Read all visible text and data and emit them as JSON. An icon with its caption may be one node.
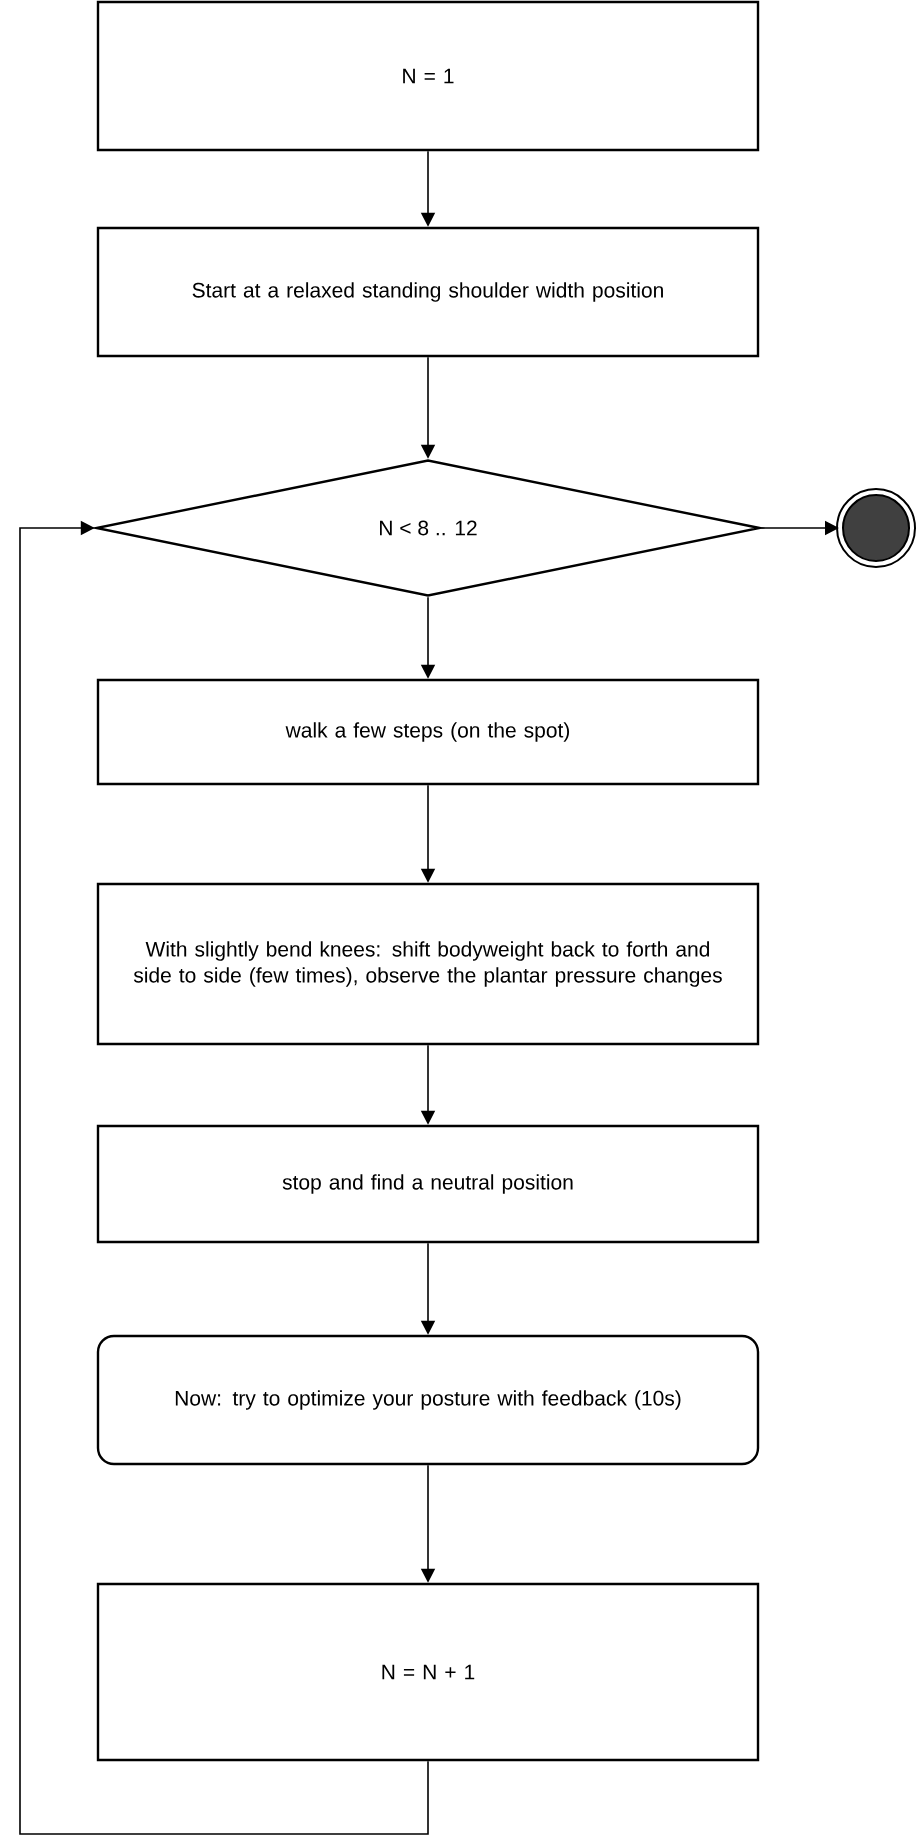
{
  "diagram": {
    "nodes": [
      {
        "text": [
          "N = 1"
        ]
      },
      {
        "text": [
          "Start at a relaxed standing shoulder width position"
        ]
      },
      {
        "text": [
          "N < 8 .. 12"
        ]
      },
      {
        "text": [],
        "shape": "circle"
      },
      {
        "text": [
          "walk a few steps (on the spot)"
        ]
      },
      {
        "text": [
          "With slightly bend knees: shift bodyweight back to forth and side to side (few times), observe the plantar pressure changes"
        ]
      },
      {
        "text": [
          "stop and find a neutral position"
        ]
      },
      {
        "text": [
          "Now: try to optimize your posture with feedback (10s)"
        ]
      },
      {
        "text": [
          "N = N + 1"
        ]
      }
    ],
    "edges": [
      {
        "from": 0,
        "to": 1,
        "arrow": "to"
      },
      {
        "from": 1,
        "to": 2,
        "arrow": "to"
      },
      {
        "from": 2,
        "to": 3,
        "arrow": "to"
      },
      {
        "from": 2,
        "to": 4,
        "arrow": "to"
      },
      {
        "from": 4,
        "to": 5,
        "arrow": "to"
      },
      {
        "from": 5,
        "to": 6,
        "arrow": "to"
      },
      {
        "from": 6,
        "to": 7,
        "arrow": "to"
      },
      {
        "from": 7,
        "to": 8,
        "arrow": "to"
      },
      {
        "from": 8,
        "to": 2,
        "arrow": "to"
      }
    ]
  }
}
